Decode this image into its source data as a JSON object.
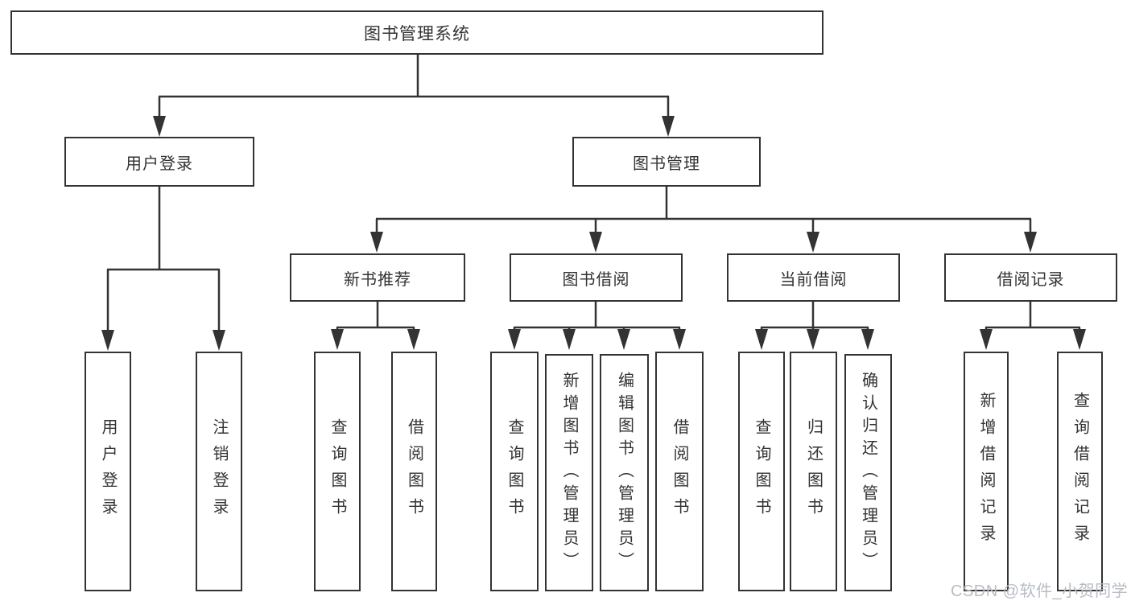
{
  "diagram_type": "hierarchy-tree",
  "tree": {
    "label": "图书管理系统",
    "children": [
      {
        "label": "用户登录",
        "children": [
          {
            "label": "用户登录"
          },
          {
            "label": "注销登录"
          }
        ]
      },
      {
        "label": "图书管理",
        "children": [
          {
            "label": "新书推荐",
            "children": [
              {
                "label": "查询图书"
              },
              {
                "label": "借阅图书"
              }
            ]
          },
          {
            "label": "图书借阅",
            "children": [
              {
                "label": "查询图书"
              },
              {
                "label": "新增图书（管理员）"
              },
              {
                "label": "编辑图书（管理员）"
              },
              {
                "label": "借阅图书"
              }
            ]
          },
          {
            "label": "当前借阅",
            "children": [
              {
                "label": "查询图书"
              },
              {
                "label": "归还图书"
              },
              {
                "label": "确认归还（管理员）"
              }
            ]
          },
          {
            "label": "借阅记录",
            "children": [
              {
                "label": "新增借阅记录"
              },
              {
                "label": "查询借阅记录"
              }
            ]
          }
        ]
      }
    ]
  },
  "watermark": "CSDN @软件_小贺同学",
  "colors": {
    "line": "#333333",
    "box_border": "#333333",
    "box_fill": "#ffffff",
    "text": "#333333",
    "watermark": "#b8bdc3"
  }
}
